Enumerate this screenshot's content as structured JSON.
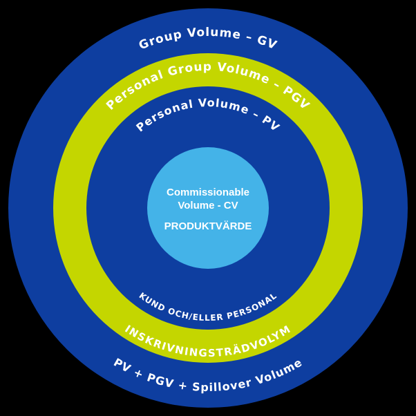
{
  "colors": {
    "background": "#000000",
    "outer_ring": "#0e3ea0",
    "middle_ring": "#c4d600",
    "inner_ring": "#0e3ea0",
    "core": "#44b3e8",
    "text": "#ffffff"
  },
  "rings": {
    "outer": {
      "top_label": "Group Volume – GV",
      "bottom_label": "PV + PGV + Spillover Volume"
    },
    "middle": {
      "top_label": "Personal Group Volume – PGV",
      "bottom_label": "INSKRIVNINGSTRÄDVOLYM"
    },
    "inner": {
      "top_label": "Personal Volume – PV",
      "bottom_label": "KUND OCH/ELLER PERSONAL"
    },
    "core": {
      "line1": "Commissionable",
      "line2": "Volume - CV",
      "line3": "PRODUKTVÄRDE"
    }
  }
}
